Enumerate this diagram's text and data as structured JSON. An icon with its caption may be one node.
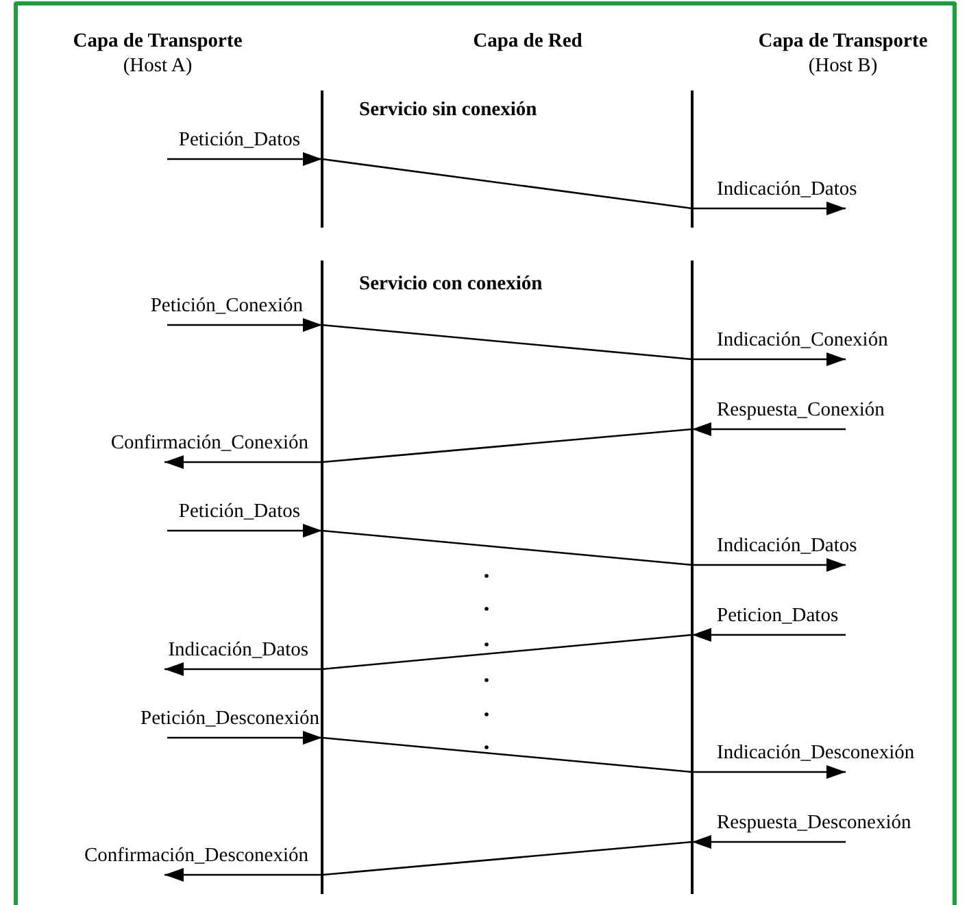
{
  "diagram": {
    "nodes": [
      {
        "text": [],
        "shape": "bar"
      },
      {
        "text": [],
        "shape": "bar"
      },
      {
        "text": [],
        "shape": "bar"
      },
      {
        "text": [],
        "shape": "bar"
      }
    ],
    "edges": [
      {
        "from": null,
        "to": 0,
        "arrow": "to",
        "label": "Petición_Datos"
      },
      {
        "from": 0,
        "to": 1,
        "arrow": "none"
      },
      {
        "from": 1,
        "to": null,
        "arrow": "to",
        "label": "Indicación_Datos"
      },
      {
        "from": null,
        "to": 2,
        "arrow": "to",
        "label": "Petición_Conexión"
      },
      {
        "from": 2,
        "to": 3,
        "arrow": "none"
      },
      {
        "from": 3,
        "to": null,
        "arrow": "to",
        "label": "Indicación_Conexión"
      },
      {
        "from": null,
        "to": 3,
        "arrow": "to",
        "label": "Respuesta_Conexión"
      },
      {
        "from": 3,
        "to": 2,
        "arrow": "none"
      },
      {
        "from": 2,
        "to": null,
        "arrow": "to",
        "label": "Confirmación_Conexión"
      },
      {
        "from": null,
        "to": 2,
        "arrow": "to",
        "label": "Petición_Datos"
      },
      {
        "from": 2,
        "to": 3,
        "arrow": "none"
      },
      {
        "from": 3,
        "to": null,
        "arrow": "to",
        "label": "Indicación_Datos"
      },
      {
        "from": null,
        "to": 3,
        "arrow": "to",
        "label": "Peticion_Datos"
      },
      {
        "from": 3,
        "to": 2,
        "arrow": "none"
      },
      {
        "from": 2,
        "to": null,
        "arrow": "to",
        "label": "Indicación_Datos"
      },
      {
        "from": null,
        "to": 2,
        "arrow": "to",
        "label": "Petición_Desconexión"
      },
      {
        "from": 2,
        "to": 3,
        "arrow": "none"
      },
      {
        "from": 3,
        "to": null,
        "arrow": "to",
        "label": "Indicación_Desconexión"
      },
      {
        "from": null,
        "to": 3,
        "arrow": "to",
        "label": "Respuesta_Desconexión"
      },
      {
        "from": 3,
        "to": 2,
        "arrow": "none"
      },
      {
        "from": 2,
        "to": null,
        "arrow": "to",
        "label": "Confirmación_Desconexión"
      }
    ],
    "labels": [
      "Capa de Transporte",
      "(Host A)",
      "Capa de Red",
      "Capa de Transporte",
      "(Host B)",
      "Servicio sin conexión",
      "Servicio con conexión"
    ]
  }
}
